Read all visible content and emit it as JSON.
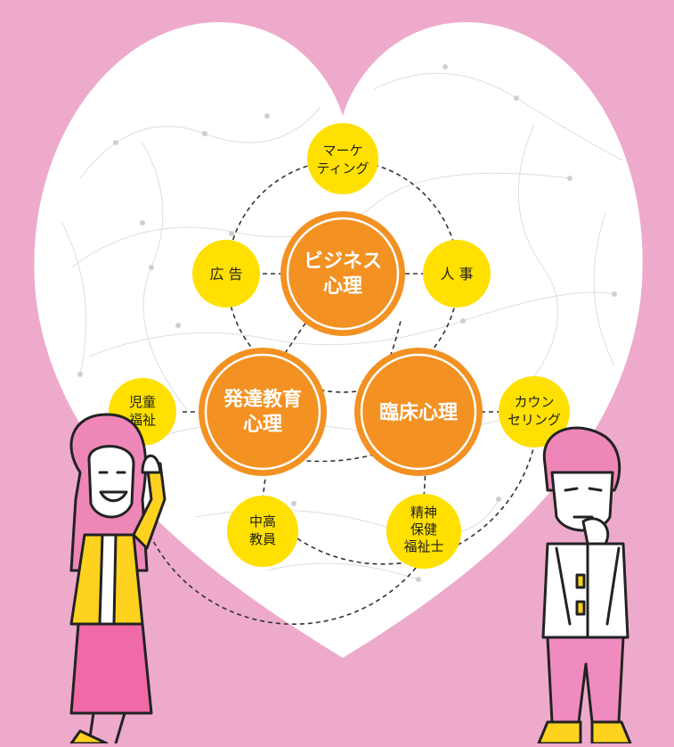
{
  "colors": {
    "background": "#eeaacb",
    "heart": "#ffffff",
    "major_fill": "#f39122",
    "minor_fill": "#ffe000",
    "text_dark": "#222222",
    "text_light": "#ffffff",
    "girl_hair": "#ef86b8",
    "boy_hair": "#ef86b8",
    "jacket_yellow": "#ffd21f",
    "skirt_pink": "#f06aa8",
    "pants_pink": "#f08bbf"
  },
  "major": {
    "business": {
      "line1": "ビジネス",
      "line2": "心理"
    },
    "development": {
      "line1": "発達教育",
      "line2": "心理"
    },
    "clinical": {
      "line1": "臨床心理"
    }
  },
  "minor": {
    "marketing": {
      "line1": "マーケ",
      "line2": "ティング"
    },
    "advertising": {
      "line1": "広 告"
    },
    "hr": {
      "line1": "人 事"
    },
    "child_welfare": {
      "line1": "児童",
      "line2": "福祉"
    },
    "counseling": {
      "line1": "カウン",
      "line2": "セリング"
    },
    "teacher": {
      "line1": "中高",
      "line2": "教員"
    },
    "mental_health": {
      "line1": "精神",
      "line2": "保健",
      "line3": "福祉士"
    }
  },
  "illustrations": {
    "left": "woman-pointing",
    "right": "man-thinking"
  }
}
